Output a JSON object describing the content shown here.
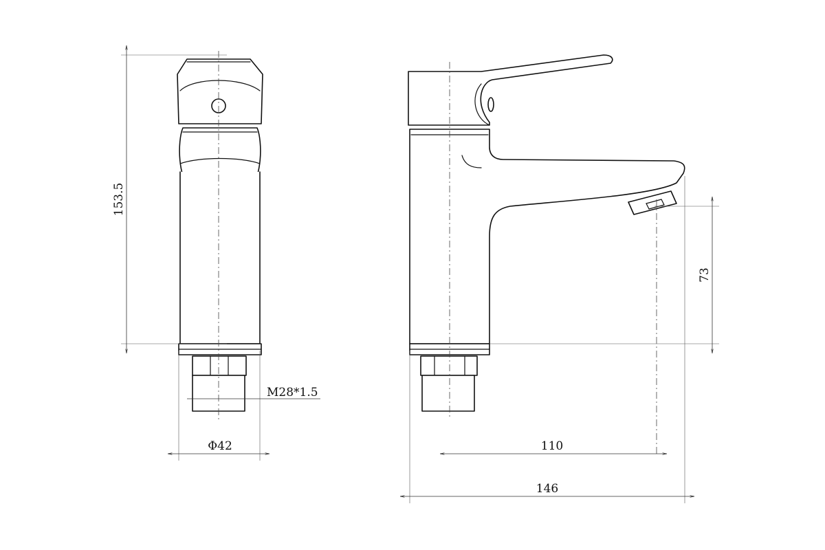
{
  "dimensions": {
    "height_total": "153.5",
    "body_diameter": "Φ42",
    "thread": "M28*1.5",
    "spout_height": "73",
    "spout_reach": "110",
    "total_depth": "146"
  },
  "colors": {
    "line": "#111111",
    "background": "#ffffff"
  }
}
